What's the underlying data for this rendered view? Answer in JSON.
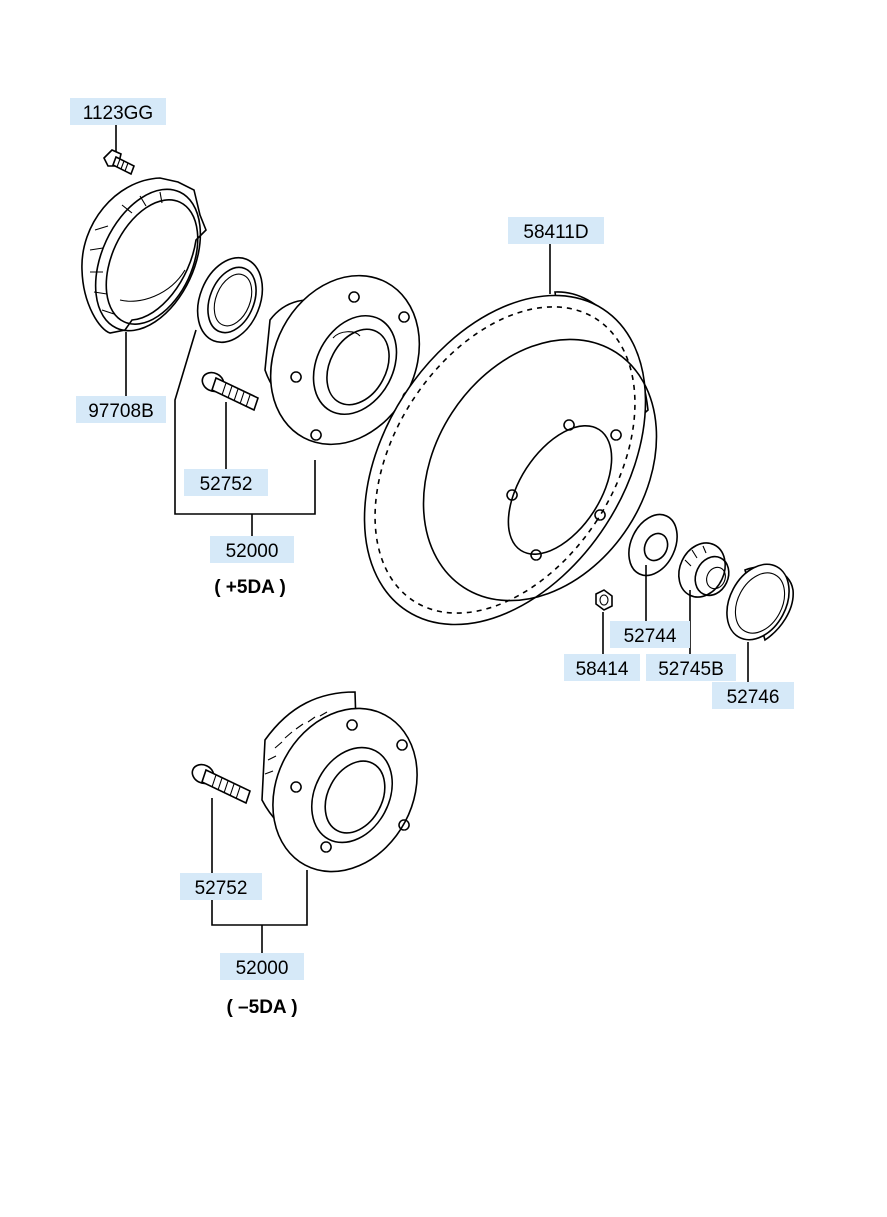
{
  "colors": {
    "label_background": "#d6e9f8",
    "line": "#000000",
    "background": "#ffffff"
  },
  "labels": {
    "bolt_1123gg": "1123GG",
    "tone_wheel_97708b": "97708B",
    "hub_bolt_upper_52752": "52752",
    "hub_assy_upper_52000": "52000",
    "disc_58411d": "58411D",
    "nut_58414": "58414",
    "washer_52744": "52744",
    "lock_nut_52745b": "52745B",
    "cap_52746": "52746",
    "hub_bolt_lower_52752": "52752",
    "hub_assy_lower_52000": "52000"
  },
  "variants": {
    "upper": "( +5DA )",
    "lower": "( –5DA )"
  }
}
